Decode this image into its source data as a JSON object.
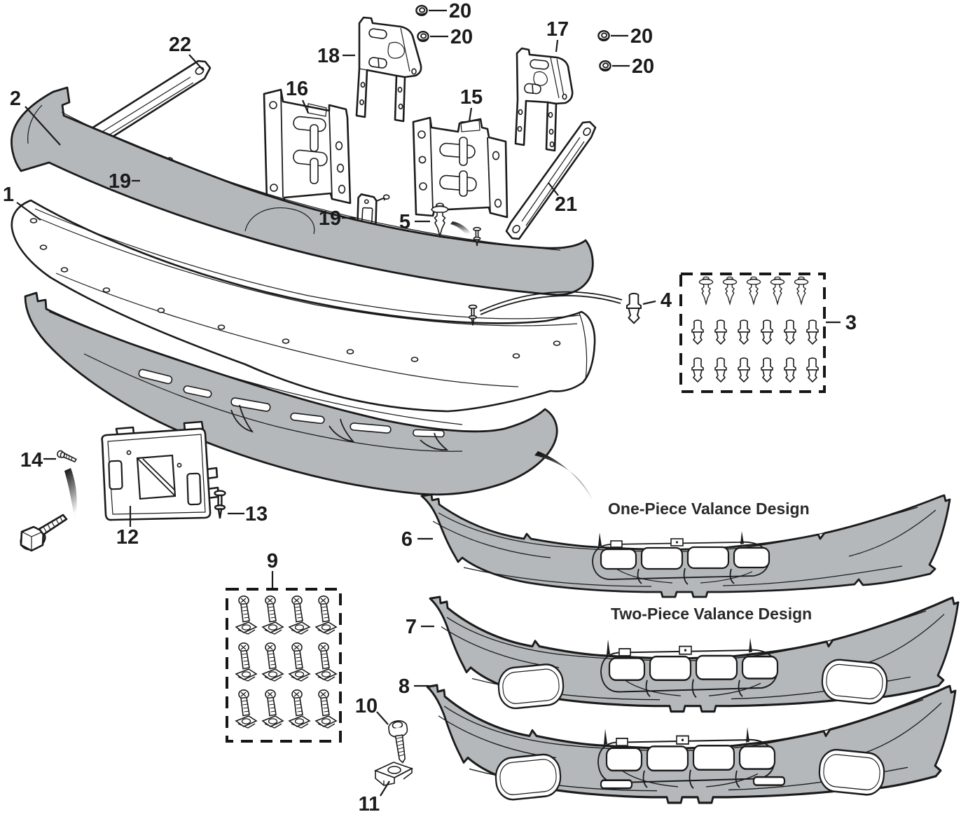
{
  "diagram": {
    "kind": "exploded-parts-diagram",
    "subject": "front-bumper-assembly",
    "colors": {
      "background": "#ffffff",
      "part_fill": "#b4b8ba",
      "line": "#1b1b1b"
    },
    "annotations": {
      "one_piece": "One-Piece Valance Design",
      "two_piece": "Two-Piece Valance Design"
    },
    "callouts": {
      "1": "1",
      "2": "2",
      "3": "3",
      "4": "4",
      "5": "5",
      "6": "6",
      "7": "7",
      "8": "8",
      "9": "9",
      "10": "10",
      "11": "11",
      "12": "12",
      "13": "13",
      "14": "14",
      "15": "15",
      "16": "16",
      "17": "17",
      "18": "18",
      "19": "19",
      "20": "20",
      "21": "21",
      "22": "22"
    }
  }
}
